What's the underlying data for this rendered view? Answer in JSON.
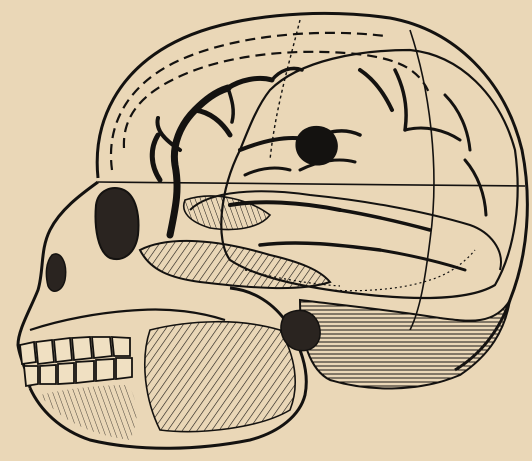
{
  "figure": {
    "background": "#ead7b7",
    "ink": "#141210",
    "paper_tone": "#f0e0c2",
    "subject": "skull-lateral-view",
    "features": [
      "cranium-outline",
      "dura-outline-dashed",
      "middle-meningeal-artery-branches",
      "orbit",
      "zygomatic-arch",
      "maxilla",
      "mandible",
      "upper-teeth",
      "lower-teeth",
      "reference-line",
      "dark-spot"
    ]
  }
}
